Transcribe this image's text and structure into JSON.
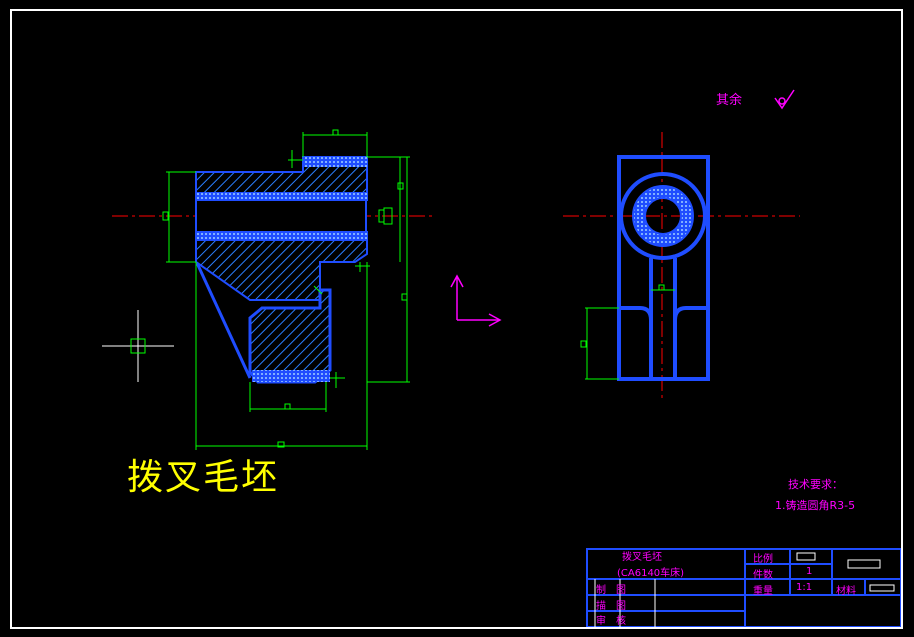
{
  "drawing": {
    "title": "拨叉毛坯",
    "roughness_note": "其余",
    "tech_requirements": {
      "heading": "技术要求：",
      "item1": "1.铸造圆角R3-5"
    },
    "title_block": {
      "part_name": "拨叉毛坯",
      "subtitle": "(CA6140车床)",
      "scale_label": "比例",
      "count_label": "件数",
      "count_value": "1",
      "weight_label": "重量",
      "weight_value": "1:1",
      "material_label": "材料",
      "designer_label": "制　图",
      "drafter_label": "描　图",
      "checker_label": "审　核"
    }
  },
  "colors": {
    "background": "#000000",
    "frame": "#ffffff",
    "outline": "#0000ff",
    "hatch": "#4aa0ff",
    "dimension": "#00ff00",
    "centerline": "#ff0000",
    "annotation": "#ff00ff",
    "title_text": "#ffff00",
    "cursor": "#ffffff"
  },
  "icons": {
    "crosshair": "crosshair-cursor-icon",
    "ucs": "ucs-axis-icon",
    "roughness": "surface-roughness-icon"
  }
}
